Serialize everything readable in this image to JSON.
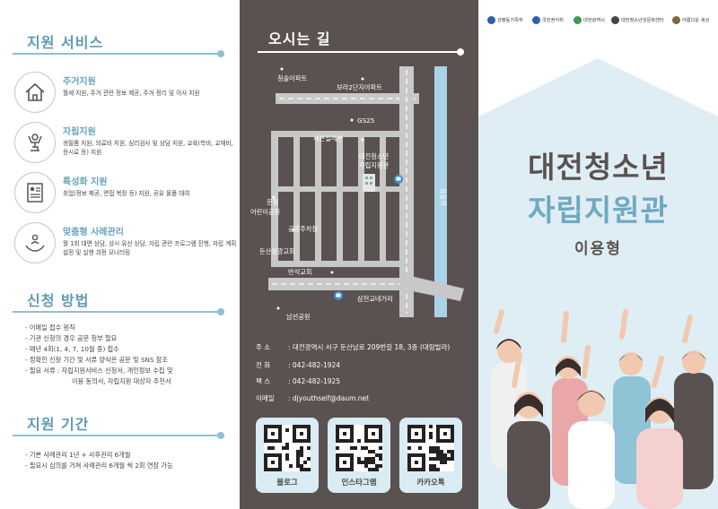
{
  "left": {
    "services_title": "지원 서비스",
    "services": [
      {
        "name": "주거지원",
        "icon": "house-icon",
        "desc": "월세 지원, 주거 관련 정보 제공, 주거 정리 및 이사 지원"
      },
      {
        "name": "자립지원",
        "icon": "trophy-icon",
        "desc": "생필품 지원, 의료비 지원, 심리검사 및 상담 지원, 교육(학비, 교재비, 응시료 등) 지원"
      },
      {
        "name": "특성화 지원",
        "icon": "resume-icon",
        "desc": "취업(정보 제공, 면접 복장 등) 지원, 공유 물품 대여"
      },
      {
        "name": "맞춤형 사례관리",
        "icon": "care-hands-icon",
        "desc": "월 1회 대면 상담, 상시 유선 상담, 자립 관련 프로그램 진행, 자립 계획 설정 및 실행 과정 모니터링"
      }
    ],
    "apply_title": "신청 방법",
    "apply_items": [
      "- 이메일 접수 원칙",
      "- 기관 신청의 경우 공문 청부 필요",
      "- 매년 4회(1, 4, 7, 10월 중) 접수",
      "- 정확한 신청 기간 및 서류 양식은 공문 및 SNS 참조",
      "- 필요 서류 : 자립지원서비스 신청서, 개인정보 수집 및",
      "이용 동의서, 자립지원 대상자 추천서"
    ],
    "period_title": "지원 기간",
    "period_items": [
      "- 기본 사례관리 1년  + 사후관리 6개월",
      "- 필요시 심의를 거쳐 사례관리 6개월 씩 2회 연장 가능"
    ]
  },
  "middle": {
    "title": "오시는 길",
    "map_labels": {
      "l1": "청솔아파트",
      "l2": "보라2단지아파트",
      "l3": "GS25",
      "l4": "세븐일레븐",
      "l5": "대전청소년",
      "l6": "자립지원관",
      "l7": "유등천",
      "l8": "문정",
      "l9": "어린이공원",
      "l10": "공영주차장",
      "l11": "둔산성광교회",
      "l12": "반석교회",
      "l13": "삼천교네거리",
      "l14": "남선공원"
    },
    "info": [
      {
        "key": "주  소",
        "value": ": 대전광역시 서구 둔산남로 209번길 18, 3층 (대림빌라)"
      },
      {
        "key": "전  화",
        "value": ": 042-482-1924"
      },
      {
        "key": "팩  스",
        "value": ": 042-482-1925"
      },
      {
        "key": "이메일",
        "value": ": djyouthself@daum.net"
      }
    ],
    "qr": [
      "블로그",
      "인스타그램",
      "카카오톡"
    ]
  },
  "right": {
    "logos": [
      "성평등가족부",
      "국민권익위",
      "대전광역시",
      "대전청소년성문화센터",
      "아름다운 세상"
    ],
    "title_line1": "대전청소년",
    "title_line2": "자립지원관",
    "title_line3": "이용형",
    "colors": {
      "accent": "#6fa9c0",
      "dark": "#5a5250",
      "band": "#dfeef4"
    }
  }
}
